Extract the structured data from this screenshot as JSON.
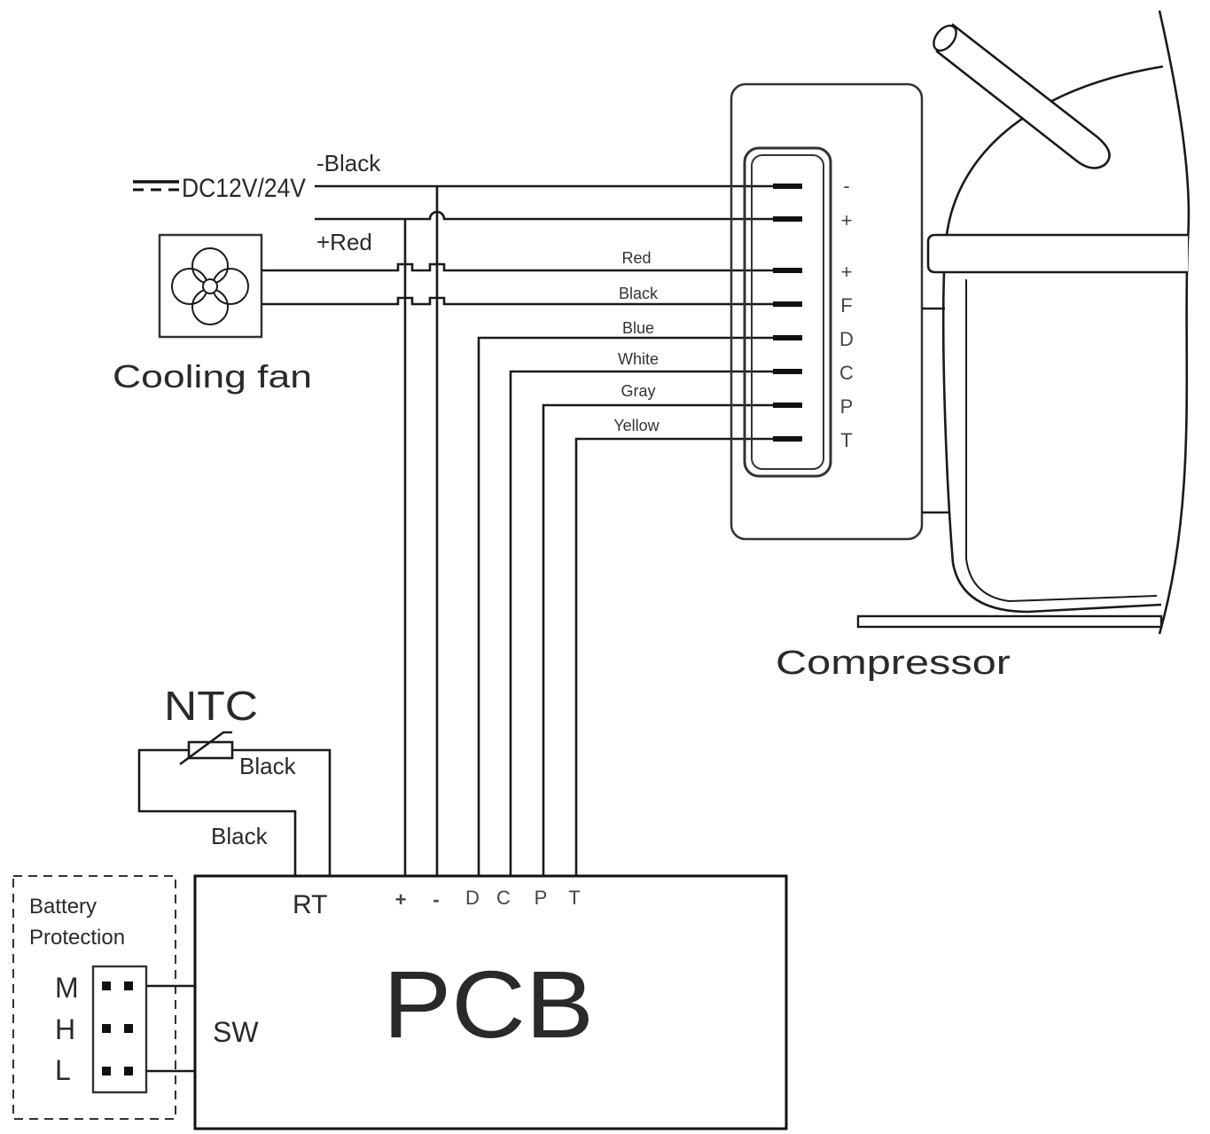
{
  "power": {
    "label": "DC12V/24V",
    "neg_label": "-Black",
    "pos_label": "+Red"
  },
  "fan": {
    "label": "Cooling fan"
  },
  "wires": [
    {
      "label": "Red"
    },
    {
      "label": "Black"
    },
    {
      "label": "Blue"
    },
    {
      "label": "White"
    },
    {
      "label": "Gray"
    },
    {
      "label": "Yellow"
    }
  ],
  "compressor": {
    "label": "Compressor",
    "terminals": [
      "-",
      "+",
      "+",
      "F",
      "D",
      "C",
      "P",
      "T"
    ]
  },
  "ntc": {
    "label": "NTC",
    "wire_top": "Black",
    "wire_bottom": "Black"
  },
  "pcb": {
    "label": "PCB",
    "rt": "RT",
    "sw": "SW",
    "terminals": [
      "+",
      "-",
      "D",
      "C",
      "P",
      "T"
    ]
  },
  "battery_protection": {
    "title_line1": "Battery",
    "title_line2": "Protection",
    "levels": [
      "M",
      "H",
      "L"
    ]
  }
}
